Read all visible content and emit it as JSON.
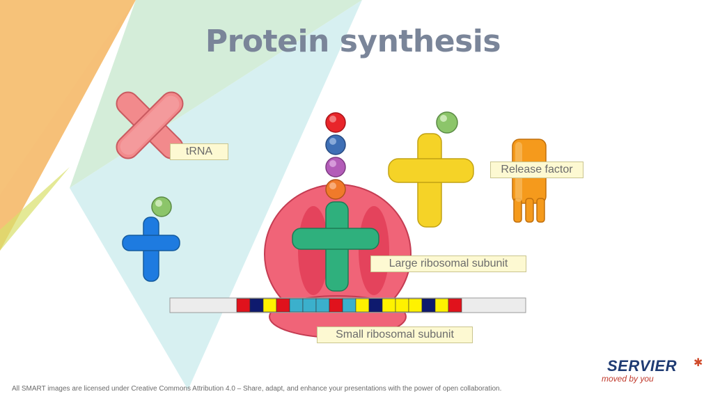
{
  "title": "Protein synthesis",
  "labels": {
    "trna": "tRNA",
    "release_factor": "Release factor",
    "large_subunit": "Large ribosomal subunit",
    "small_subunit": "Small ribosomal subunit"
  },
  "footer": "All SMART images are licensed under Creative Commons Attribution 4.0 – Share, adapt, and enhance your presentations with the power of open collaboration.",
  "logo": {
    "name": "SERVIER",
    "tagline": "moved by you",
    "mark": "✱"
  },
  "colors": {
    "title": "#7a8599",
    "ribosome": "#f06478",
    "trna_pink": "#f28a8c",
    "trna_blue": "#1e7be0",
    "trna_green": "#2fb07d",
    "trna_yellow": "#f5d327",
    "release_factor": "#f59a1c",
    "amino_red": "#e8252a",
    "amino_blue": "#3e6fb5",
    "amino_purple": "#b35cb8",
    "amino_orange": "#f07a2a",
    "amino_green": "#8cc56a"
  },
  "mrna_codons": [
    "red",
    "navy",
    "yellow",
    "red",
    "teal",
    "teal",
    "teal",
    "red",
    "teal",
    "yellow",
    "navy",
    "yellow",
    "yellow",
    "yellow",
    "navy",
    "yellow",
    "red"
  ]
}
